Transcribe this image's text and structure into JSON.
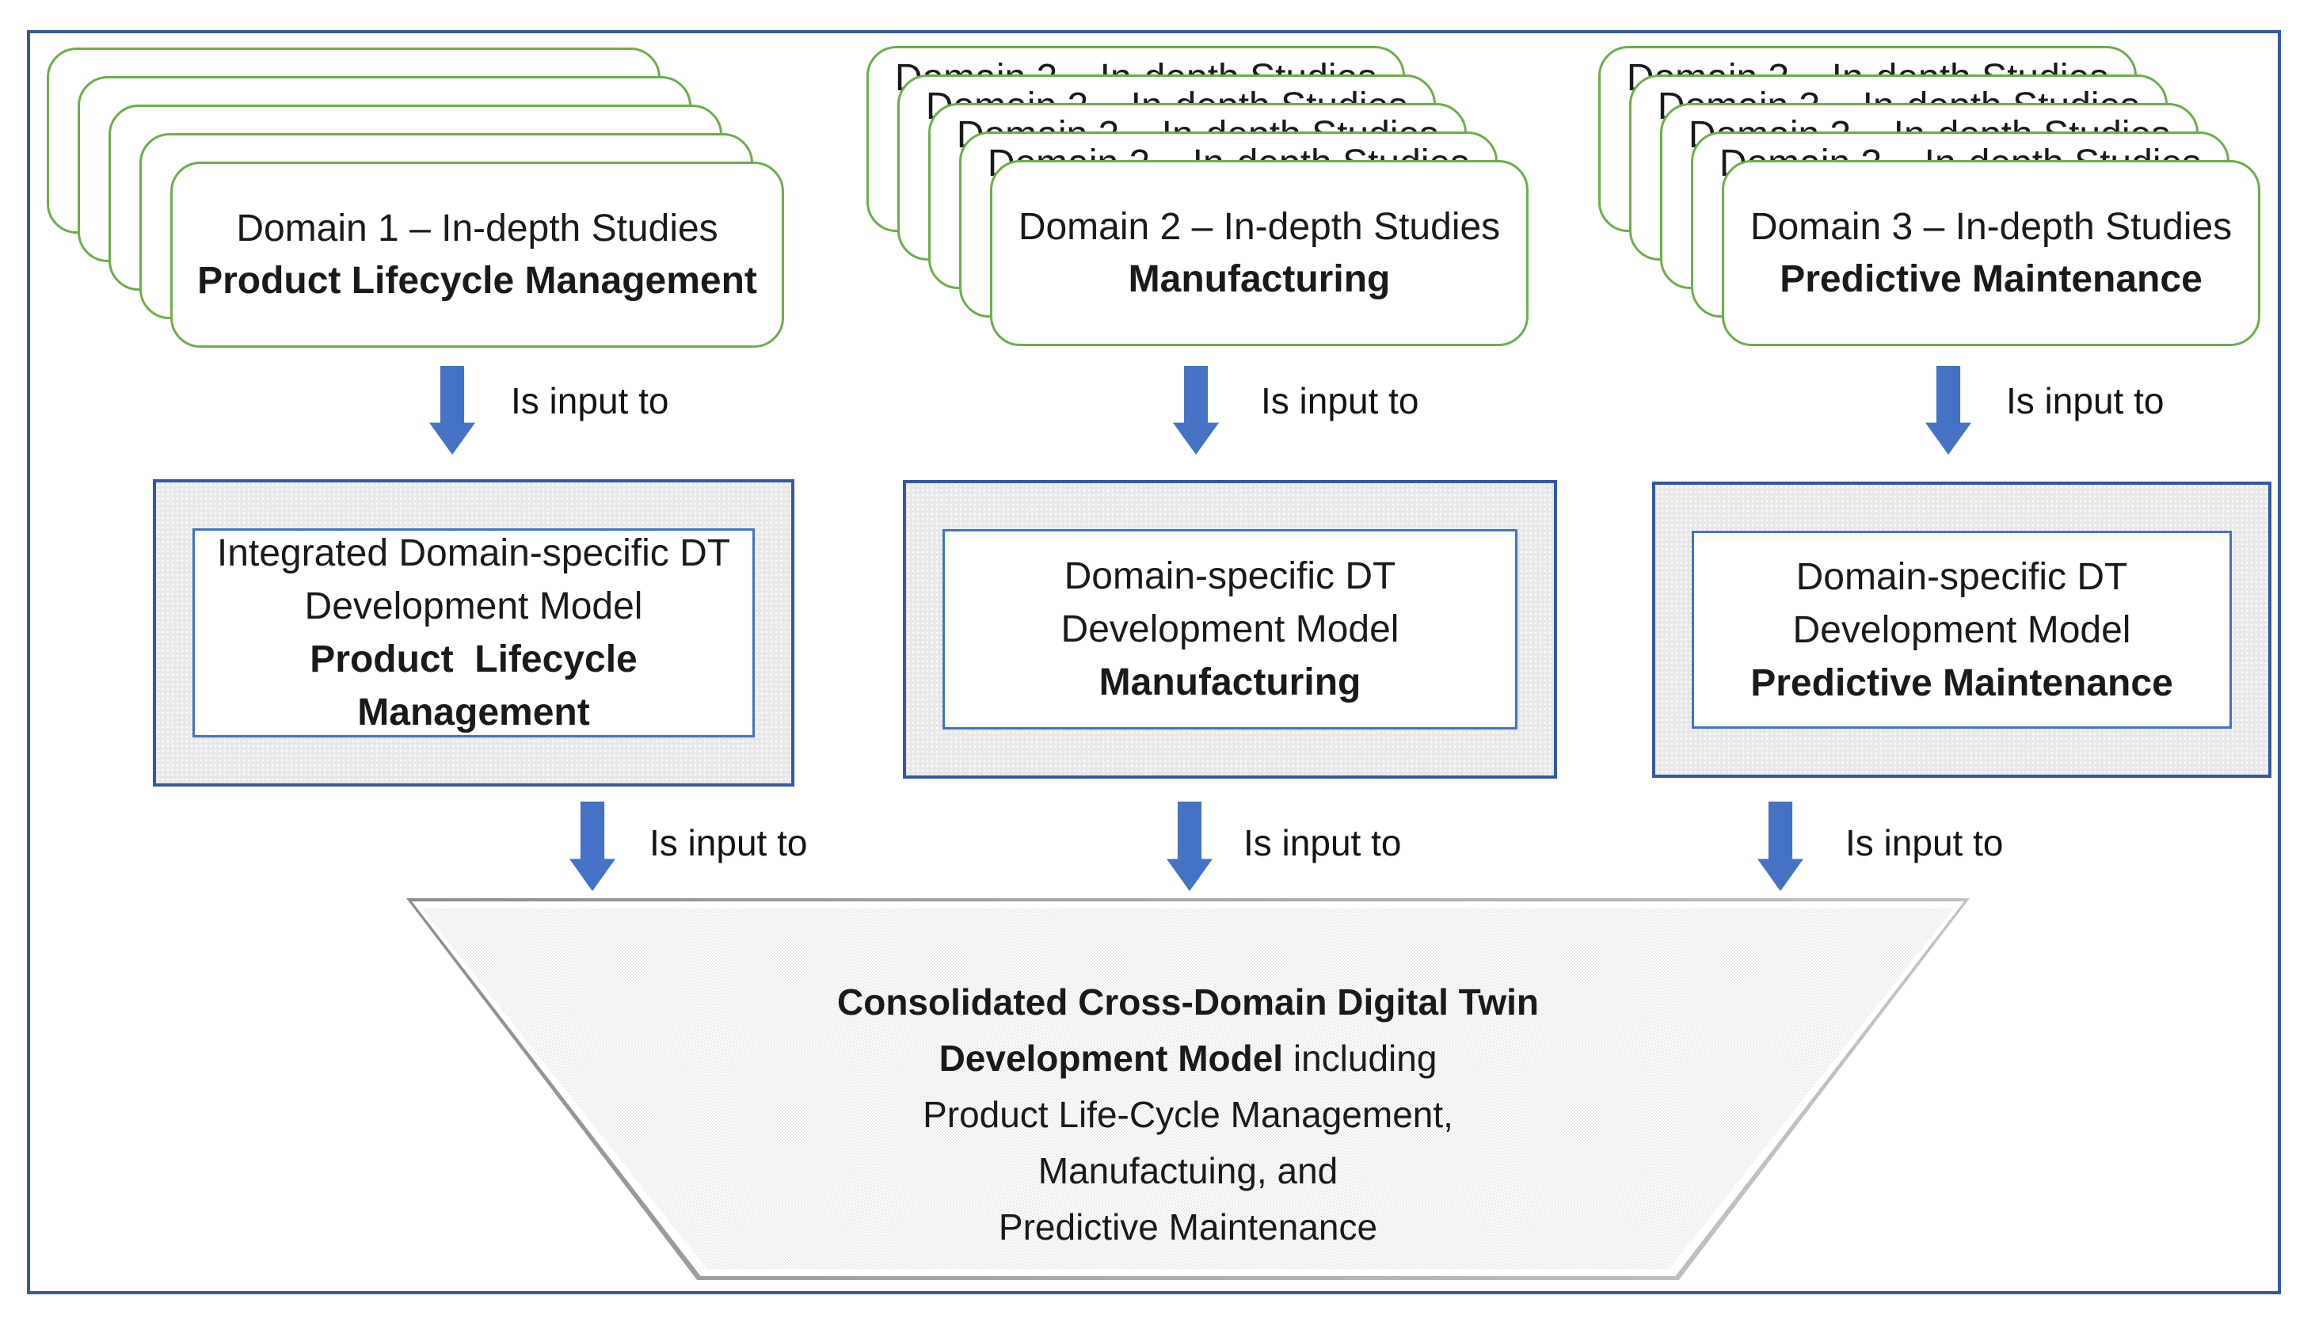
{
  "diagram": {
    "columns": [
      {
        "stack": {
          "line1": "Domain 1 – In-depth Studies",
          "line2": "Product Lifecycle Management"
        },
        "arrow1_label": "Is input to",
        "box": {
          "line1": "Integrated Domain-specific DT",
          "line2": "Development Model",
          "line3": "Product  Lifecycle Management"
        },
        "arrow2_label": "Is input to"
      },
      {
        "stack": {
          "line1": "Domain 2 – In-depth Studies",
          "line2": "Manufacturing"
        },
        "arrow1_label": "Is input to",
        "box": {
          "line1": "Domain-specific DT",
          "line2": "Development Model",
          "line3": "Manufacturing"
        },
        "arrow2_label": "Is input to"
      },
      {
        "stack": {
          "line1": "Domain 3 – In-depth Studies",
          "line2": "Predictive Maintenance"
        },
        "arrow1_label": "Is input to",
        "box": {
          "line1": "Domain-specific DT",
          "line2": "Development Model",
          "line3": "Predictive Maintenance"
        },
        "arrow2_label": "Is input to"
      }
    ],
    "funnel": {
      "line1": "Consolidated Cross-Domain Digital Twin",
      "line2_bold": "Development Model",
      "line2_rest": " including",
      "line3": "Product Life-Cycle Management,",
      "line4": "Manufactuing, and",
      "line5": "Predictive Maintenance"
    },
    "colors": {
      "card_border": "#6FAC4D",
      "frame_border": "#35589E",
      "arrow_fill": "#4472C4",
      "inner_box_border": "#4472C4",
      "box_fill": "#e8e8e8",
      "funnel_fill": "#f2f2f2"
    }
  }
}
